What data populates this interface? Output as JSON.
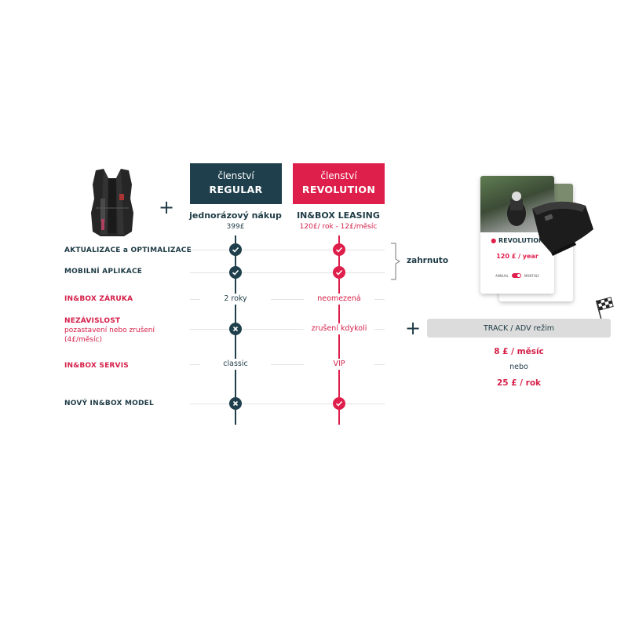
{
  "plans": {
    "regular": {
      "kicker": "členství",
      "name": "REGULAR",
      "purchase": "jednorázový nákup",
      "price": "399£"
    },
    "revolution": {
      "kicker": "členství",
      "name": "REVOLUTION",
      "purchase": "IN&BOX LEASING",
      "price": "120£/ rok - 12£/měsíc"
    }
  },
  "features": {
    "updates": "AKTUALIZACE a OPTIMALIZACE",
    "mobile_app": "MOBILNÍ APLIKACE",
    "warranty": "IN&BOX ZÁRUKA",
    "independence": "NEZÁVISLOST",
    "independence_sub": "pozastavení nebo zrušení (4£/měsíc)",
    "service": "IN&BOX SERVIS",
    "new_model": "NOVÝ IN&BOX MODEL"
  },
  "values": {
    "warranty_regular": "2 roky",
    "warranty_revolution": "neomezená",
    "independence_revolution": "zrušení kdykoli",
    "service_regular": "classic",
    "service_revolution": "VIP"
  },
  "included_label": "zahrnuto",
  "addon": {
    "track_label": "TRACK / ADV režim",
    "monthly_price": "8 £ / měsíc",
    "or_label": "nebo",
    "yearly_price": "25 £ / rok"
  },
  "promo_card": {
    "brand": "REVOLUTION",
    "price": "120 £ / year",
    "annual_label": "ANNUAL",
    "monthly_label": "MONTHLY"
  },
  "colors": {
    "navy": "#1e3f4b",
    "red": "#df1f4b",
    "grey_bar": "#dcdcdc"
  },
  "icons": {
    "check": "check-icon",
    "cross": "cross-icon",
    "flag": "checkered-flag-icon"
  }
}
